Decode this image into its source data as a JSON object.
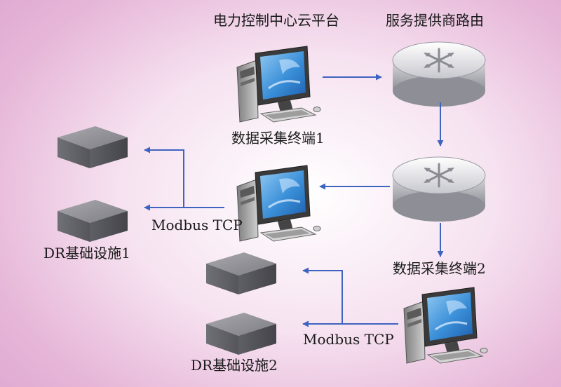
{
  "nodes": {
    "cloud_platform": {
      "label": "电力控制中心云平台",
      "icon": "desktop-computer-icon"
    },
    "provider_router": {
      "label": "服务提供商路由",
      "icon": "router-icon"
    },
    "terminal_1": {
      "label": "数据采集终端1",
      "icon": "desktop-computer-icon"
    },
    "router_2": {
      "icon": "router-icon"
    },
    "terminal_2": {
      "label": "数据采集终端2",
      "icon": "desktop-computer-icon"
    },
    "dr_group_1": {
      "label": "DR基础设施1",
      "icon": "server-box-icon"
    },
    "dr_group_2": {
      "label": "DR基础设施2",
      "icon": "server-box-icon"
    }
  },
  "links": {
    "protocol_1": "Modbus TCP",
    "protocol_2": "Modbus TCP"
  },
  "colors": {
    "arrow": "#3f63c0",
    "background_edge": "#dfa9d1",
    "background_center": "#ffffff"
  }
}
